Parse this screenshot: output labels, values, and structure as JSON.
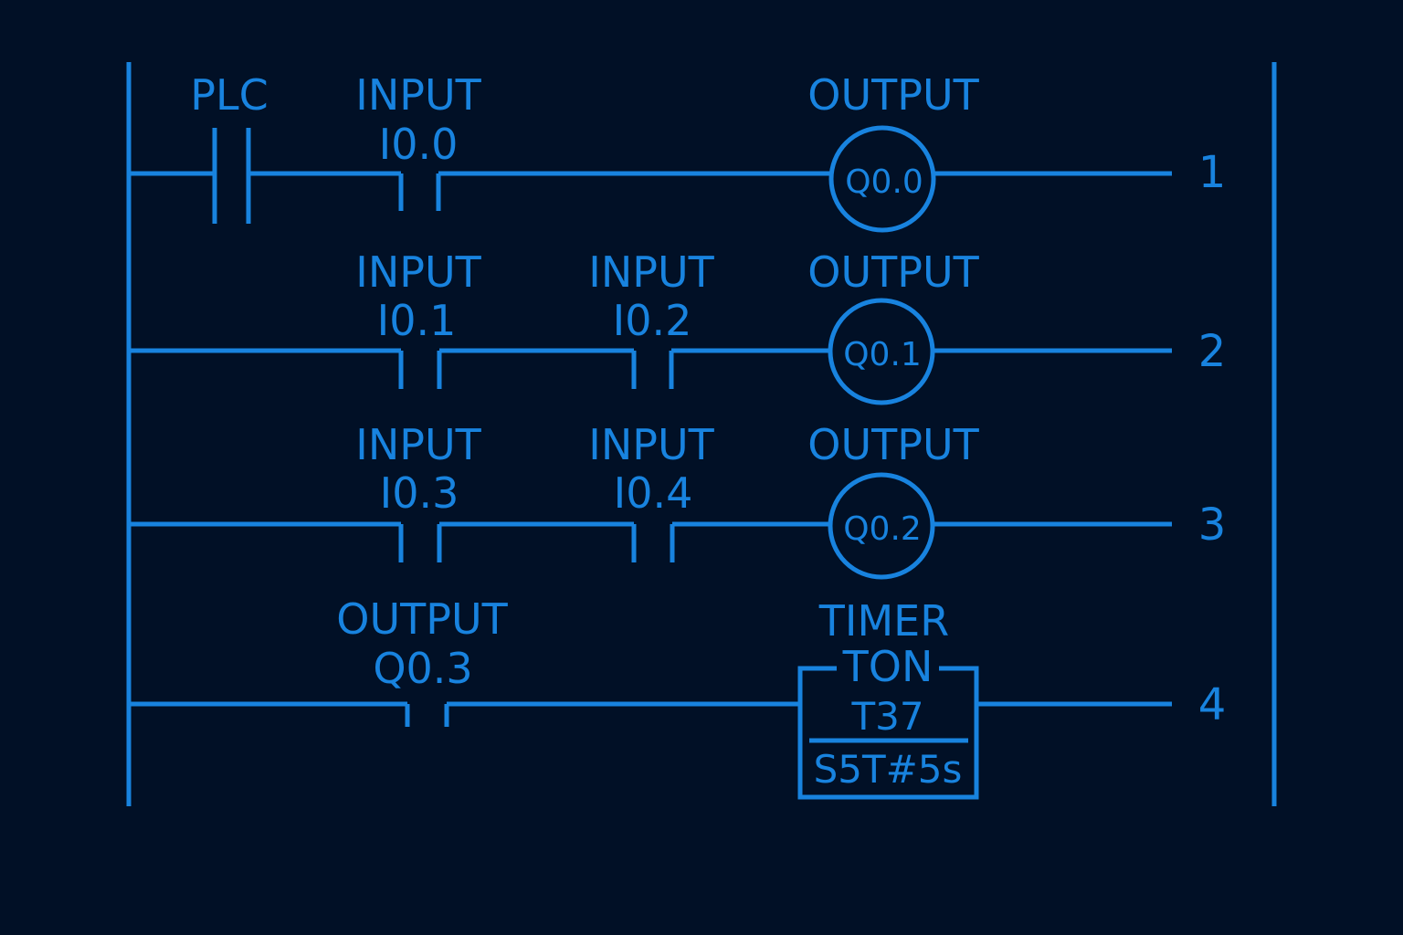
{
  "colors": {
    "background": "#011026",
    "line": "#1883df"
  },
  "rungs": [
    {
      "number": "1",
      "plc_label": "PLC",
      "contact1": {
        "type": "INPUT",
        "address": "I0.0"
      },
      "coil": {
        "type": "OUTPUT",
        "address": "Q0.0"
      }
    },
    {
      "number": "2",
      "contact1": {
        "type": "INPUT",
        "address": "I0.1"
      },
      "contact2": {
        "type": "INPUT",
        "address": "I0.2"
      },
      "coil": {
        "type": "OUTPUT",
        "address": "Q0.1"
      }
    },
    {
      "number": "3",
      "contact1": {
        "type": "INPUT",
        "address": "I0.3"
      },
      "contact2": {
        "type": "INPUT",
        "address": "I0.4"
      },
      "coil": {
        "type": "OUTPUT",
        "address": "Q0.2"
      }
    },
    {
      "number": "4",
      "contact1": {
        "type": "OUTPUT",
        "address": "Q0.3"
      },
      "timer": {
        "type": "TIMER",
        "kind": "TON",
        "name": "T37",
        "preset": "S5T#5s"
      }
    }
  ]
}
